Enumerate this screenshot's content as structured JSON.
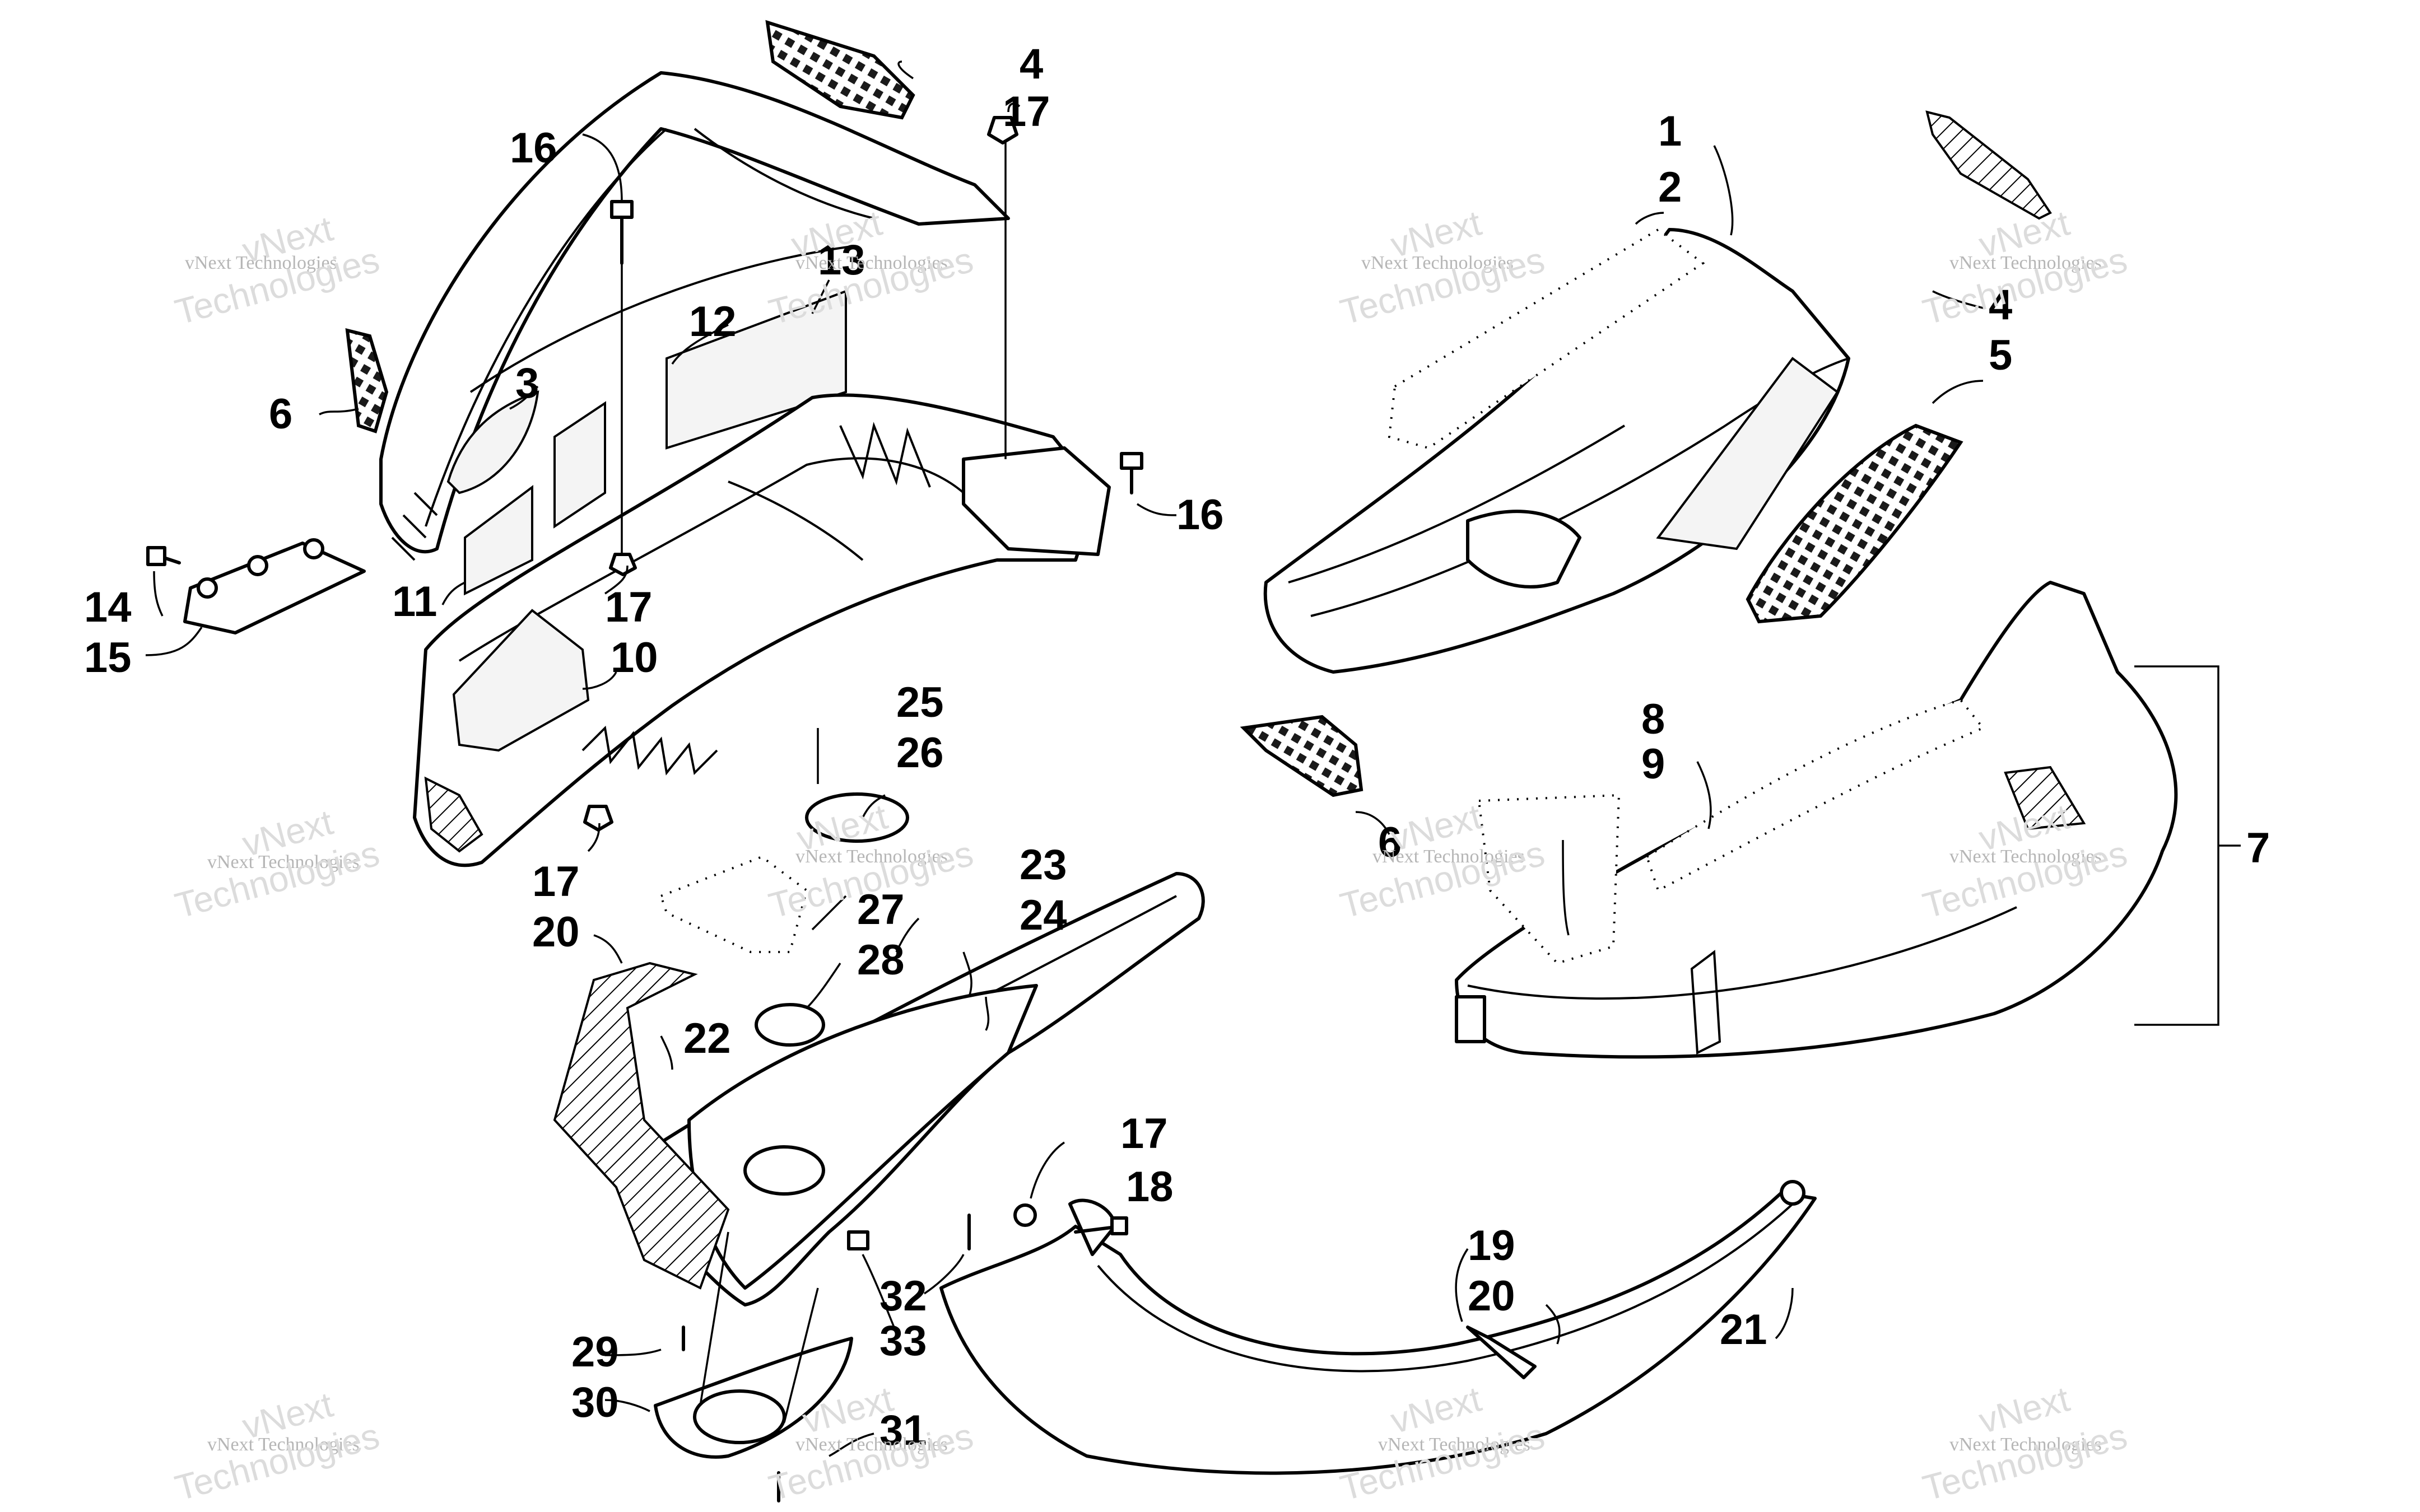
{
  "callouts": {
    "n1": "1",
    "n2": "2",
    "n3": "3",
    "n4a": "4",
    "n4b": "4",
    "n5": "5",
    "n6a": "6",
    "n6b": "6",
    "n7": "7",
    "n8": "8",
    "n9": "9",
    "n10": "10",
    "n11": "11",
    "n12": "12",
    "n13": "13",
    "n14": "14",
    "n15": "15",
    "n16a": "16",
    "n16b": "16",
    "n17a": "17",
    "n17b": "17",
    "n17c": "17",
    "n17d": "17",
    "n18": "18",
    "n19": "19",
    "n20a": "20",
    "n20b": "20",
    "n21": "21",
    "n22": "22",
    "n23": "23",
    "n24": "24",
    "n25": "25",
    "n26": "26",
    "n27": "27",
    "n28": "28",
    "n29": "29",
    "n30": "30",
    "n31": "31",
    "n32": "32",
    "n33": "33"
  },
  "watermark": {
    "line1": "vNext Technologies",
    "line2": "vNext",
    "line3": "Technologies"
  }
}
